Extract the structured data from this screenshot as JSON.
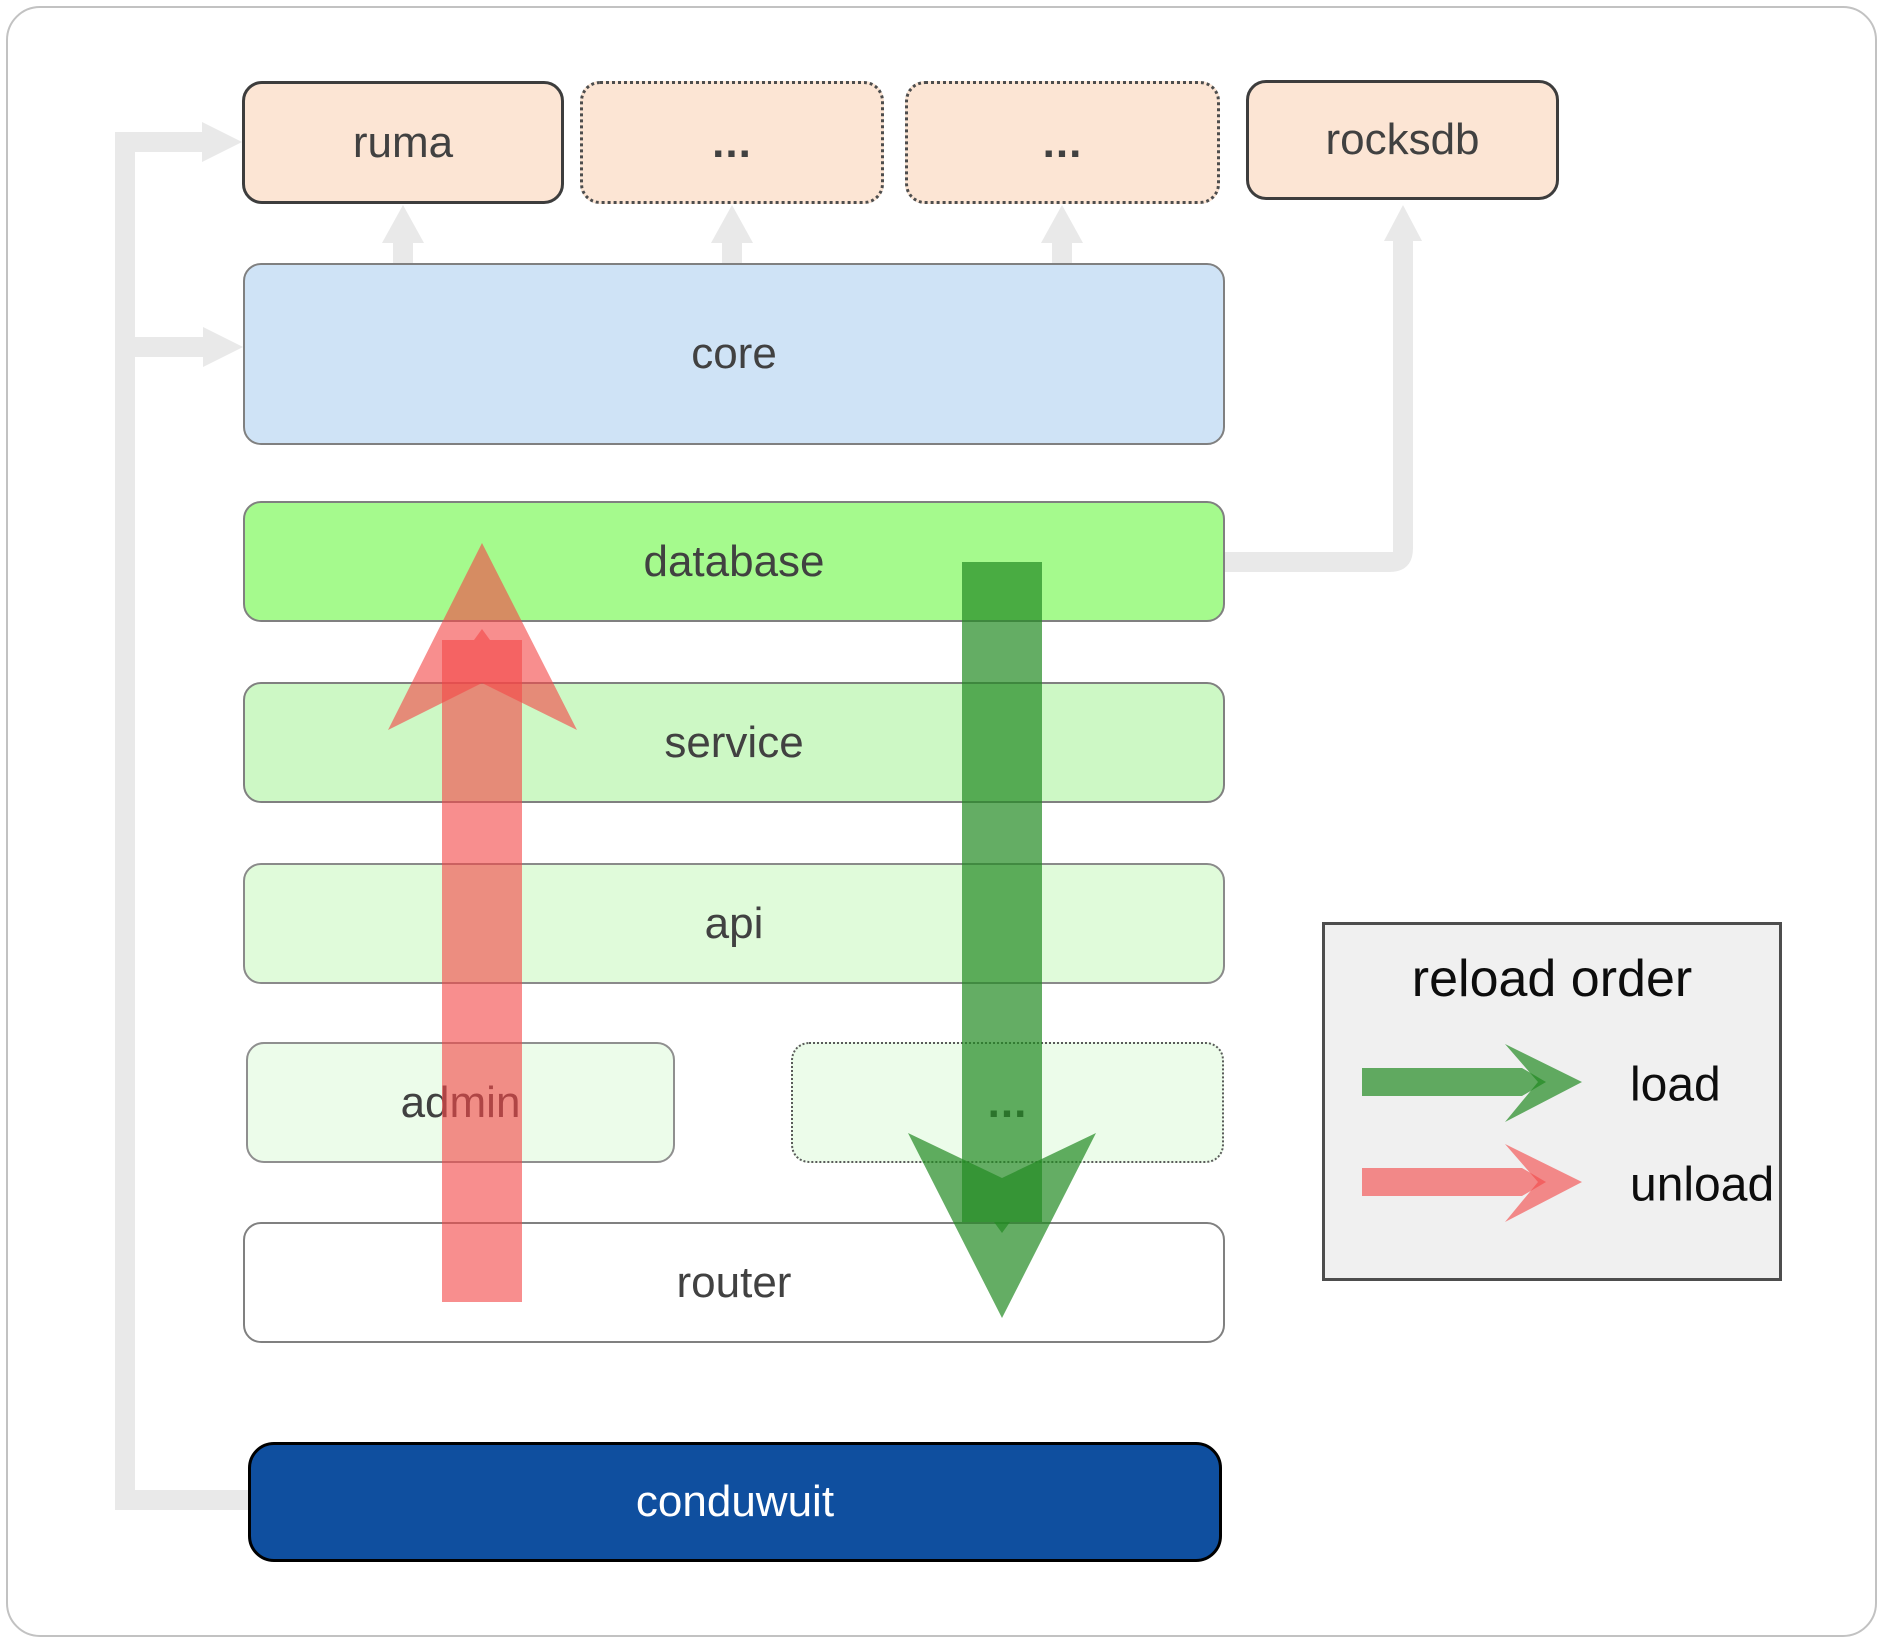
{
  "nodes": {
    "ruma": "ruma",
    "dots_top_1": "...",
    "dots_top_2": "...",
    "rocksdb": "rocksdb",
    "core": "core",
    "database": "database",
    "service": "service",
    "api": "api",
    "admin": "admin",
    "dots_mid": "...",
    "router": "router",
    "conduwuit": "conduwuit"
  },
  "legend": {
    "title": "reload order",
    "items": [
      {
        "label": "load",
        "color": "#2f8b2f"
      },
      {
        "label": "unload",
        "color": "#f55c5c"
      }
    ]
  },
  "arrows": {
    "load": {
      "direction": "down",
      "from": "database",
      "to": "router",
      "color": "rgba(34,138,34,0.7)"
    },
    "unload": {
      "direction": "up",
      "from": "router",
      "to": "database",
      "color": "rgba(244,73,73,0.62)"
    }
  },
  "colors": {
    "peach_fill": "#fce5d4",
    "core_fill": "#cfe3f6",
    "database_fill": "#a5fa8d",
    "service_fill": "#cdf8c5",
    "api_fill": "#e0fbda",
    "admin_fill": "#ecfcea",
    "router_fill": "#ffffff",
    "conduwuit_fill": "#0f4f9f",
    "connector_gray": "#e9e9e9",
    "legend_bg": "#f0f0f0"
  }
}
